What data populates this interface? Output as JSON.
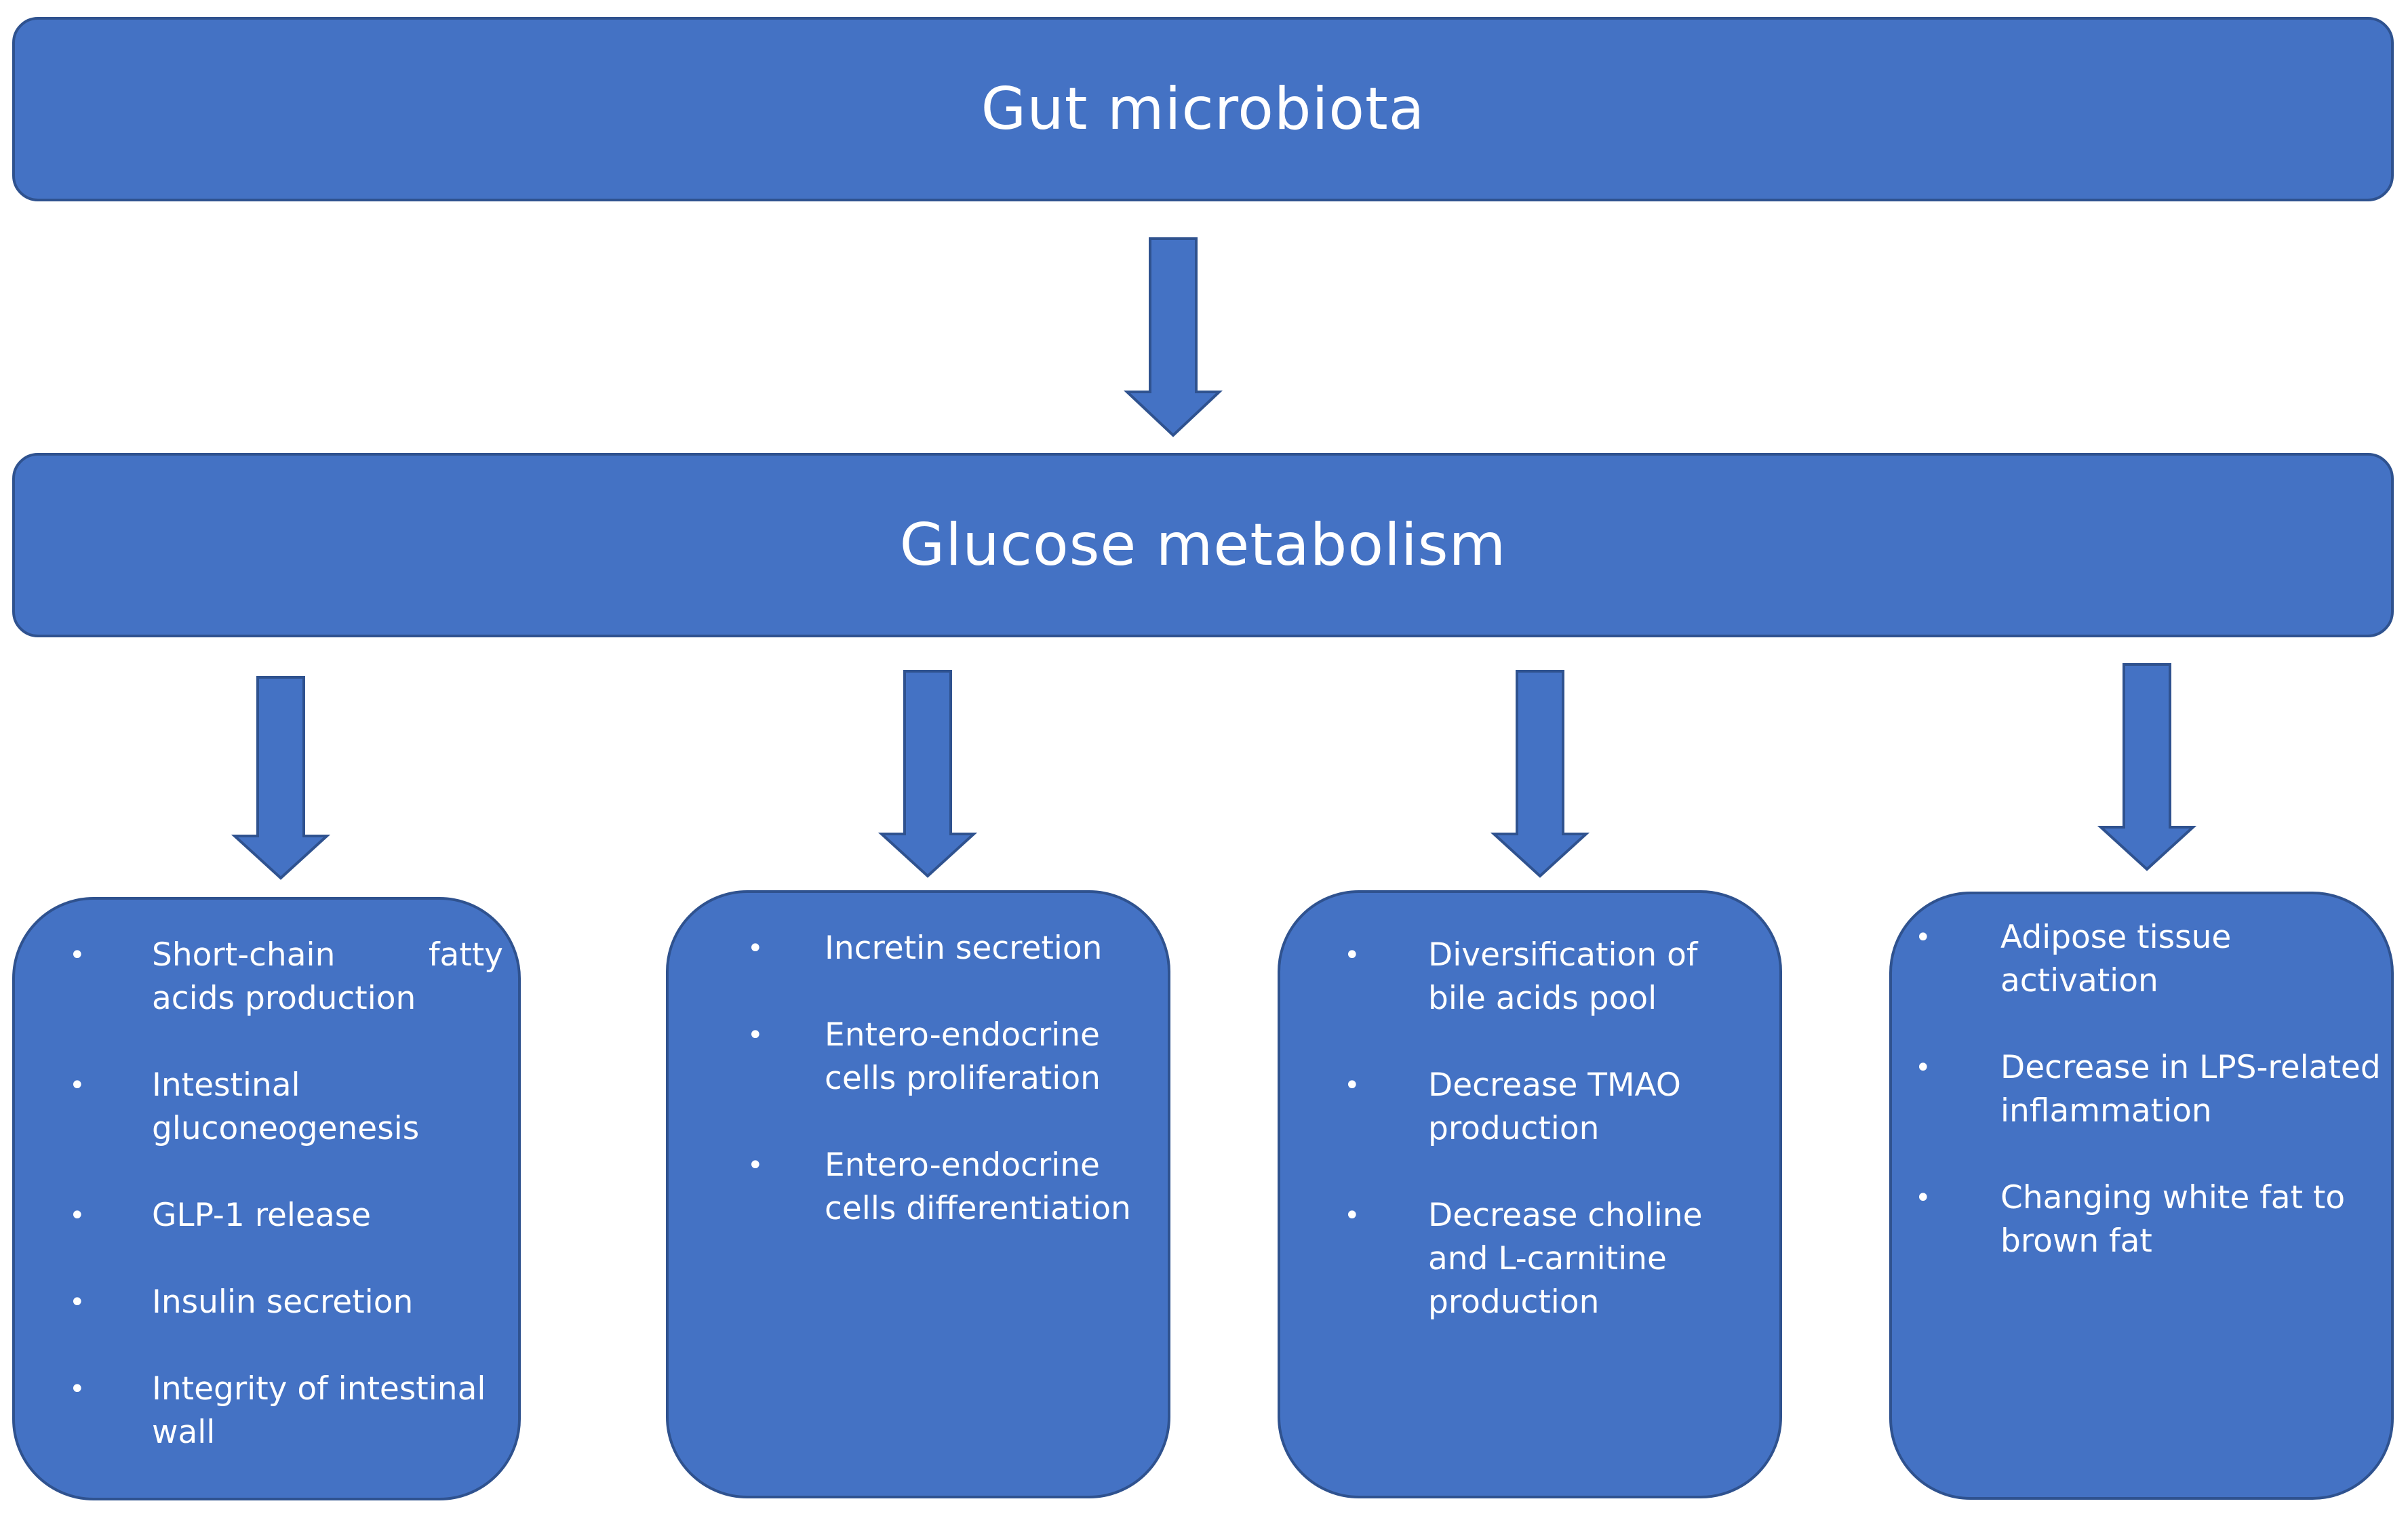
{
  "diagram": {
    "top_node": {
      "label": "Gut microbiota"
    },
    "middle_node": {
      "label": "Glucose metabolism"
    },
    "branches": [
      {
        "items": [
          "Short-chain fatty acids production",
          "Intestinal gluconeogenesis",
          "GLP-1 release",
          "Insulin secretion",
          "Integrity of intestinal wall"
        ]
      },
      {
        "items": [
          "Incretin secretion",
          "Entero-endocrine cells proliferation",
          "Entero-endocrine cells differentiation"
        ]
      },
      {
        "items": [
          "Diversification of bile acids pool",
          "Decrease TMAO production",
          "Decrease choline and L-carnitine production"
        ]
      },
      {
        "items": [
          "Adipose tissue activation",
          "Decrease in LPS-related inflammation",
          "Changing white fat to brown fat"
        ]
      }
    ],
    "colors": {
      "box_fill": "#4472c4",
      "box_border": "#2f528f",
      "text": "#ffffff",
      "background": "#ffffff"
    },
    "bullet_symbol": "•"
  }
}
